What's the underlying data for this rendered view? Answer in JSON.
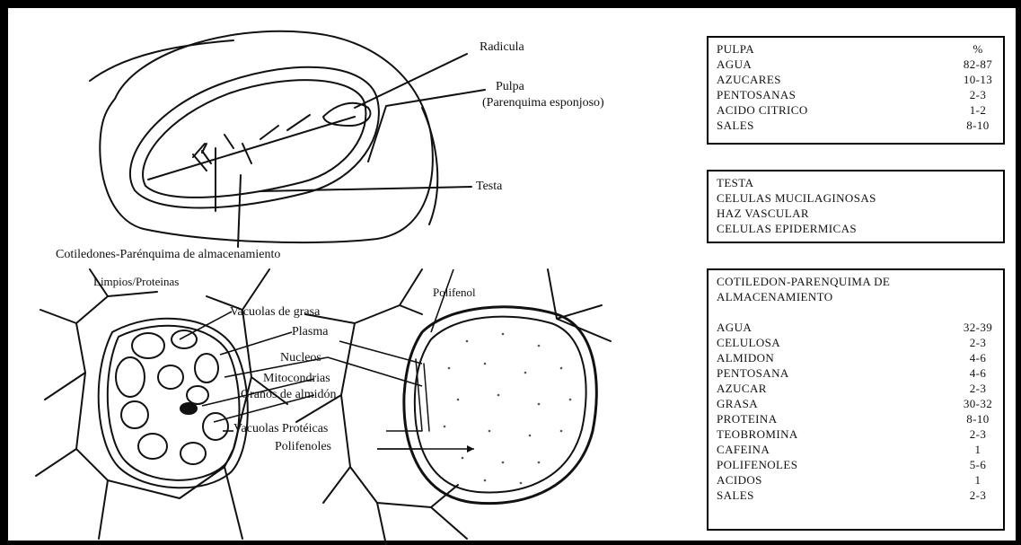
{
  "labels": {
    "radicula": "Radicula",
    "pulpa": "Pulpa",
    "parenquima_esponjoso": "(Parenquima esponjoso)",
    "testa": "Testa",
    "cotiledones": "Cotiledones-Parénquima de almacenamiento",
    "lipidos": "Limpios/Proteinas",
    "polifenol": "Polifenol",
    "vacuolas_grasa": "Vacuolas de grasa",
    "plasma": "Plasma",
    "nucleos": "Nucleos",
    "mitocondrias": "Mitocondrias",
    "granos_almidon": "Granos de almidón",
    "vacuolas_proteicas": "Vacuolas Protéicas",
    "polifenoles": "Polifenoles"
  },
  "pulpa_table": {
    "rows": [
      {
        "name": "PULPA",
        "value": "%"
      },
      {
        "name": "AGUA",
        "value": "82-87"
      },
      {
        "name": "AZUCARES",
        "value": "10-13"
      },
      {
        "name": "PENTOSANAS",
        "value": "2-3"
      },
      {
        "name": "ACIDO CITRICO",
        "value": "1-2"
      },
      {
        "name": "SALES",
        "value": "8-10"
      }
    ]
  },
  "testa_table": {
    "lines": [
      "TESTA",
      "CELULAS MUCILAGINOSAS",
      "HAZ VASCULAR",
      "CELULAS EPIDERMICAS"
    ]
  },
  "cotiledon_table": {
    "title_1": "COTILEDON-PARENQUIMA DE",
    "title_2": "ALMACENAMIENTO",
    "rows": [
      {
        "name": "AGUA",
        "value": "32-39"
      },
      {
        "name": "CELULOSA",
        "value": "2-3"
      },
      {
        "name": "ALMIDON",
        "value": "4-6"
      },
      {
        "name": "PENTOSANA",
        "value": "4-6"
      },
      {
        "name": "AZUCAR",
        "value": "2-3"
      },
      {
        "name": "GRASA",
        "value": "30-32"
      },
      {
        "name": "PROTEINA",
        "value": "8-10"
      },
      {
        "name": "TEOBROMINA",
        "value": "2-3"
      },
      {
        "name": "CAFEINA",
        "value": "1"
      },
      {
        "name": "POLIFENOLES",
        "value": "5-6"
      },
      {
        "name": "ACIDOS",
        "value": "1"
      },
      {
        "name": "SALES",
        "value": "2-3"
      }
    ]
  }
}
